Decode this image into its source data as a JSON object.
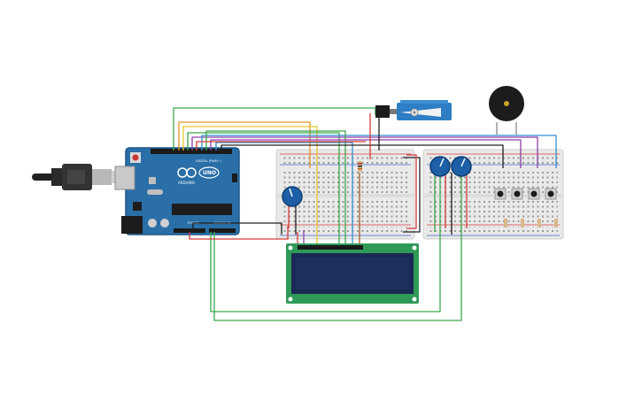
{
  "arduino": {
    "brand_text": "ARDUINO",
    "model_text": "UNO",
    "digital_label": "DIGITAL (PWM~)",
    "power_label": "POWER",
    "analog_label": "ANALOG IN"
  },
  "colors": {
    "board": "#2a6fa8",
    "board_dark": "#1d5687",
    "breadboard": "#e9e9e9",
    "rail_red": "#d93a3a",
    "rail_blue": "#3a66c9",
    "lcd_pcb": "#2f9a57",
    "lcd_screen": "#20305e",
    "servo_body": "#2d7ec4",
    "buzzer": "#1c1c1c",
    "pot_knob": "#1d5fa6",
    "wire_green": "#3aa74a",
    "wire_orange": "#e0962a",
    "wire_yellow": "#e8c52a",
    "wire_red": "#d63a3a",
    "wire_purple": "#8d3fa8",
    "wire_blue": "#2f8fd0",
    "wire_black": "#202020",
    "wire_brown": "#a05a2c"
  },
  "components": [
    {
      "name": "arduino-uno",
      "icon": "microcontroller-board-icon"
    },
    {
      "name": "usb-cable",
      "icon": "usb-plug-icon"
    },
    {
      "name": "breadboard-left",
      "icon": "breadboard-icon"
    },
    {
      "name": "breadboard-right",
      "icon": "breadboard-icon"
    },
    {
      "name": "lcd-16x2",
      "icon": "lcd-display-icon"
    },
    {
      "name": "servo-motor",
      "icon": "servo-icon"
    },
    {
      "name": "piezo-buzzer",
      "icon": "buzzer-icon"
    },
    {
      "name": "potentiometer",
      "icon": "knob-icon"
    },
    {
      "name": "push-button",
      "icon": "button-icon"
    },
    {
      "name": "resistor",
      "icon": "resistor-icon"
    }
  ]
}
